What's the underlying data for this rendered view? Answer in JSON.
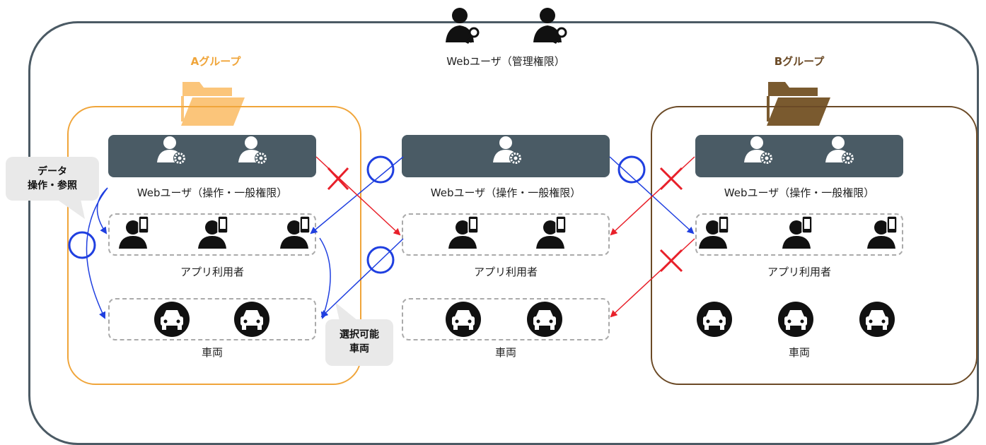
{
  "admin": {
    "label": "Webユーザ（管理権限）"
  },
  "groups": [
    {
      "title": "Aグループ",
      "color": "#f0a53a",
      "folder_color": "#fbc57a"
    },
    {
      "title": "Bグループ",
      "color": "#6b4a26",
      "folder_color": "#7a5a2f"
    }
  ],
  "sections": {
    "web_user_label": "Webユーザ（操作・一般権限）",
    "app_user_label": "アプリ利用者",
    "vehicle_label": "車両"
  },
  "callouts": {
    "data_ops": {
      "line1": "データ",
      "line2": "操作・参照"
    },
    "selectable": {
      "line1": "選択可能",
      "line2": "車両"
    }
  },
  "colors": {
    "allowed": "#1f3fe0",
    "denied": "#e8202a",
    "bar": "#4a5b65"
  },
  "icons": [
    "admin-user-key-icon",
    "user-gear-icon",
    "user-phone-icon",
    "car-icon",
    "folder-icon",
    "circle-allowed-icon",
    "cross-denied-icon"
  ]
}
